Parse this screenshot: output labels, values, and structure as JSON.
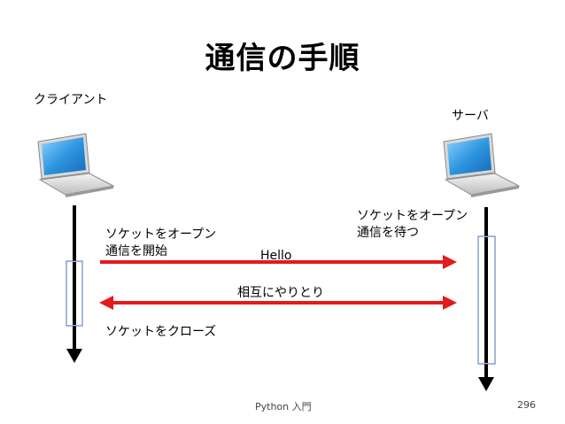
{
  "slide": {
    "title": "通信の手順",
    "footer": "Python 入門",
    "page_number": "296"
  },
  "actors": {
    "client": "クライアント",
    "server": "サーバ"
  },
  "steps": {
    "client_open": [
      "ソケットをオープン",
      "通信を開始"
    ],
    "server_open": [
      "ソケットをオープン",
      "通信を待つ"
    ],
    "client_close": "ソケットをクローズ"
  },
  "messages": {
    "hello": "Hello",
    "exchange": "相互にやりとり"
  },
  "colors": {
    "arrow": "#e31b1b",
    "lifeline": "#000000",
    "activation_border": "#4a72b8",
    "screen": "#3fa6e8"
  },
  "icons": {
    "client": "laptop-icon",
    "server": "laptop-icon"
  }
}
